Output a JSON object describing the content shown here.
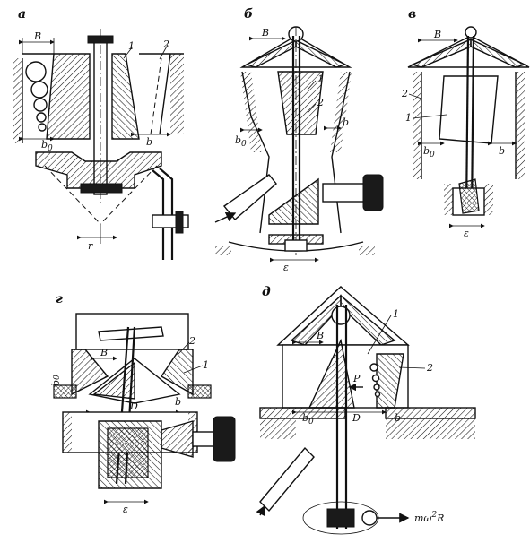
{
  "panels": {
    "a": {
      "letter": "а",
      "dims": {
        "b": "B",
        "b0_main": "b",
        "b0_sub": "0",
        "b_small": "b",
        "r": "r"
      },
      "parts": [
        "1",
        "2"
      ]
    },
    "b": {
      "letter": "б",
      "dims": {
        "b": "B",
        "b0_main": "b",
        "b0_sub": "0",
        "b_small": "b",
        "e": "ε"
      },
      "parts": [
        "1",
        "2"
      ]
    },
    "v": {
      "letter": "в",
      "dims": {
        "b": "B",
        "b0_main": "b",
        "b0_sub": "0",
        "b_small": "b",
        "e": "ε"
      },
      "parts": [
        "1",
        "2"
      ]
    },
    "g": {
      "letter": "г",
      "dims": {
        "b": "B",
        "d": "D",
        "b_small": "b",
        "e": "ε",
        "b0_main": "b",
        "b0_sub": "0"
      },
      "parts": [
        "1",
        "2"
      ]
    },
    "d": {
      "letter": "д",
      "dims": {
        "b": "B",
        "b0_main": "b",
        "b0_sub": "0",
        "b_small": "b",
        "d": "D",
        "p": "P"
      },
      "parts": [
        "1",
        "2"
      ],
      "force": "mω",
      "force_exp": "2",
      "force_tail": "R"
    }
  }
}
